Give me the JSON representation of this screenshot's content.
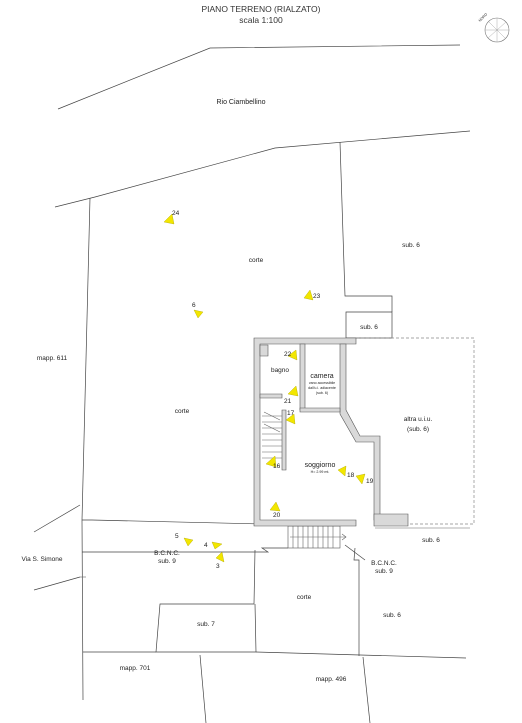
{
  "header": {
    "title": "PIANO TERRENO (RIALZATO)",
    "scale": "scala 1:100"
  },
  "north_label": "NORD",
  "labels": {
    "rio": "Rio Ciambellino",
    "corte_top": "corte",
    "corte_left": "corte",
    "corte_bottom": "corte",
    "sub6_right": "sub. 6",
    "sub6_box": "sub. 6",
    "sub6_mid": "sub. 6",
    "sub6_bottom": "sub. 6",
    "sub7": "sub. 7",
    "mapp611": "mapp. 611",
    "mapp701": "mapp. 701",
    "mapp496": "mapp. 496",
    "via": "Via S. Simone",
    "bcnc1_line1": "B.C.N.C.",
    "bcnc1_line2": "sub. 9",
    "bcnc2_line1": "B.C.N.C.",
    "bcnc2_line2": "sub. 9",
    "bagno": "bagno",
    "camera": "camera",
    "camera_note_1": "vano accessibile",
    "camera_note_2": "dall'u.i. adiacente",
    "camera_note_3": "(sub. 6)",
    "altra_1": "altra u.i.u.",
    "altra_2": "(sub. 6)",
    "soggiorno": "soggiorno",
    "soggiorno_h": "H= 2.99 mt."
  },
  "markers": [
    {
      "id": "24",
      "label": "24"
    },
    {
      "id": "23",
      "label": "23"
    },
    {
      "id": "6",
      "label": "6"
    },
    {
      "id": "22",
      "label": "22"
    },
    {
      "id": "21",
      "label": "21"
    },
    {
      "id": "17",
      "label": "17"
    },
    {
      "id": "16",
      "label": "16"
    },
    {
      "id": "18",
      "label": "18"
    },
    {
      "id": "19",
      "label": "19"
    },
    {
      "id": "20",
      "label": "20"
    },
    {
      "id": "5",
      "label": "5"
    },
    {
      "id": "4",
      "label": "4"
    },
    {
      "id": "3",
      "label": "3"
    }
  ],
  "colors": {
    "marker": "#f2e600",
    "wall": "#d9d9d9",
    "line": "#444444"
  }
}
